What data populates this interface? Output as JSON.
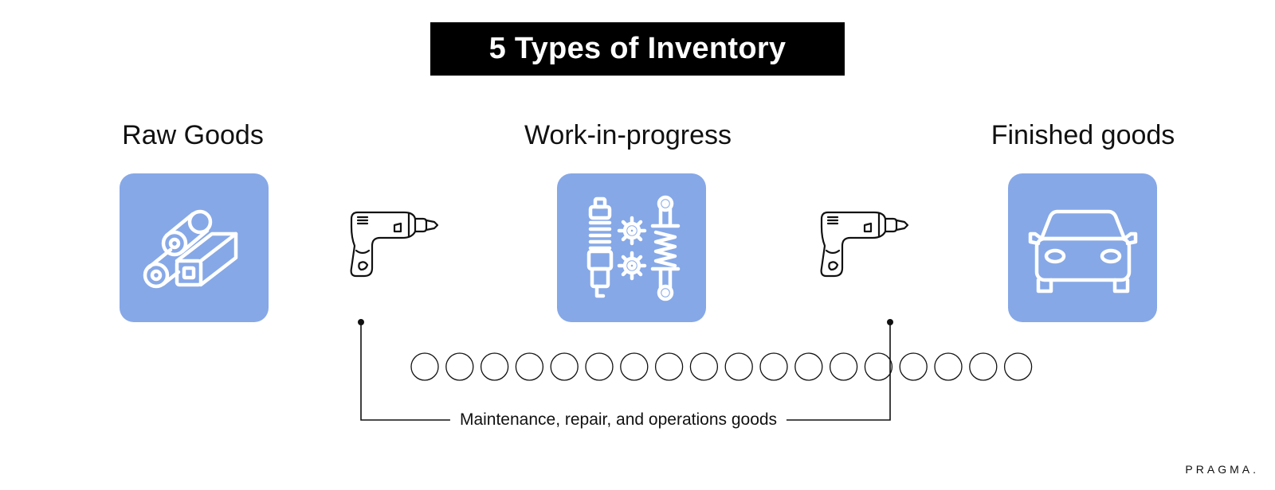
{
  "title": "5 Types of Inventory",
  "colors": {
    "tile": "#86A8E7",
    "icon_on_tile": "#ffffff",
    "line": "#111111",
    "banner_bg": "#000000",
    "banner_text": "#ffffff"
  },
  "stages": [
    {
      "label": "Raw Goods",
      "icon": "raw-materials-icon"
    },
    {
      "label": "Work-in-progress",
      "icon": "parts-and-gears-icon"
    },
    {
      "label": "Finished goods",
      "icon": "car-icon"
    }
  ],
  "tools": [
    {
      "icon": "drill-icon"
    },
    {
      "icon": "drill-icon"
    }
  ],
  "conveyor": {
    "icon": "conveyor-rollers",
    "roller_count": 18
  },
  "mro_label": "Maintenance, repair, and operations goods",
  "brand": "PRAGMA."
}
